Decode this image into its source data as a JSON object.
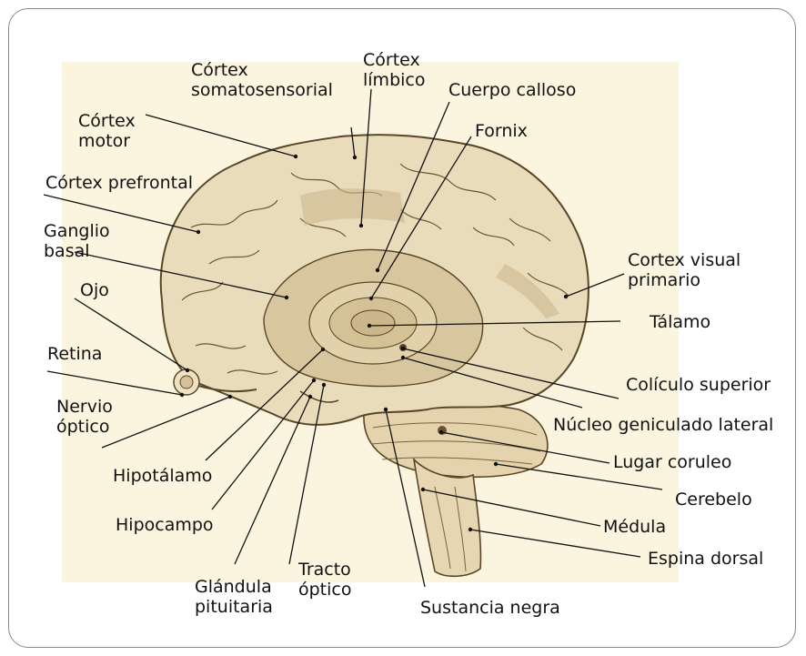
{
  "labels": {
    "cortex_somatosensorial": [
      "Córtex",
      "somatosensorial"
    ],
    "cortex_limbico": [
      "Córtex",
      "límbico"
    ],
    "cuerpo_calloso": "Cuerpo calloso",
    "fornix": "Fornix",
    "cortex_motor": [
      "Córtex",
      "motor"
    ],
    "cortex_prefrontal": "Córtex prefrontal",
    "ganglio_basal": [
      "Ganglio",
      "basal"
    ],
    "ojo": "Ojo",
    "retina": "Retina",
    "nervio_optico": [
      "Nervio",
      "óptico"
    ],
    "hipotalamo": "Hipotálamo",
    "hipocampo": "Hipocampo",
    "glandula_pituitaria": [
      "Glándula",
      "pituitaria"
    ],
    "tracto_optico": [
      "Tracto",
      "óptico"
    ],
    "sustancia_negra": "Sustancia negra",
    "cortex_visual_primario": [
      "Cortex visual",
      "primario"
    ],
    "talamo": "Tálamo",
    "coliculo_superior": "Colículo superior",
    "nucleo_geniculado_lateral": "Núcleo geniculado lateral",
    "lugar_coruleo": "Lugar coruleo",
    "cerebelo": "Cerebelo",
    "medula": "Médula",
    "espina_dorsal": "Espina dorsal"
  },
  "colors": {
    "background_panel": "#fbf5df",
    "brain_fill": "#e9dcbb",
    "brain_shade": "#c9b48c",
    "brain_line": "#5a4528",
    "leader_line": "#111111",
    "frame_border": "#8a8a8a"
  }
}
